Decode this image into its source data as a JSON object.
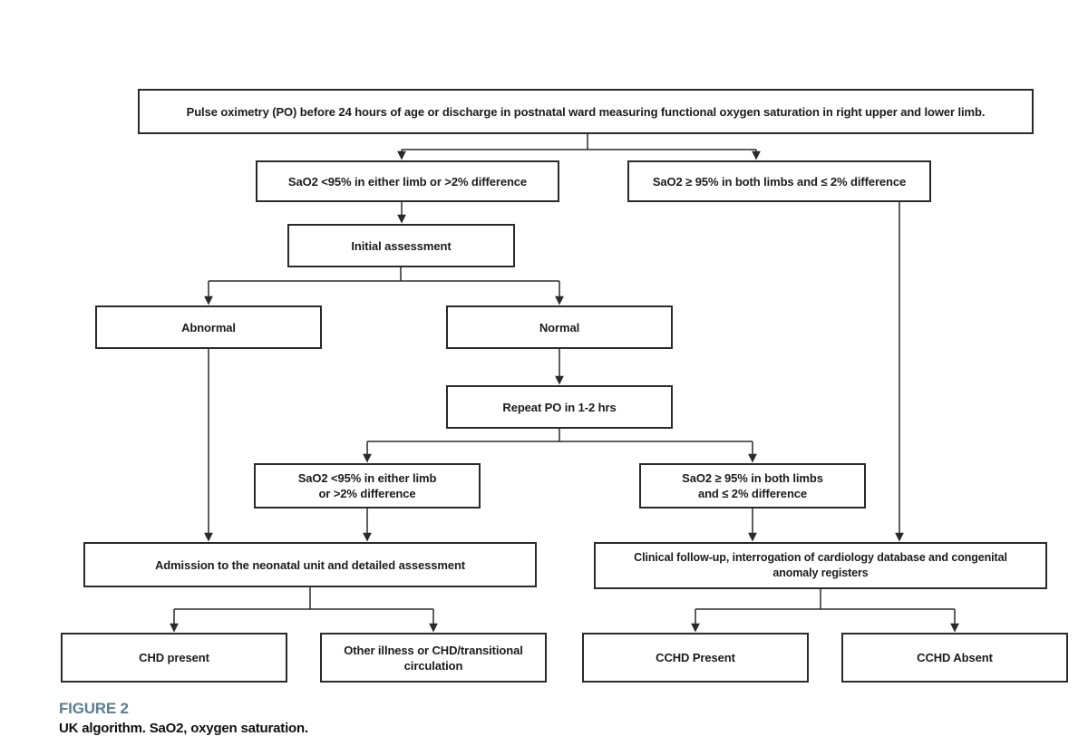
{
  "figure": {
    "label": "FIGURE 2",
    "caption": "UK algorithm. SaO2, oxygen saturation."
  },
  "colors": {
    "box_border": "#2a2a2a",
    "connector": "#2a2a2a",
    "text": "#1b1b1b",
    "figure_label": "#5b7e91",
    "background": "#ffffff"
  },
  "flowchart": {
    "nodes": {
      "pulse_oximetry": "Pulse oximetry (PO) before 24 hours of age or discharge in postnatal ward measuring functional oxygen saturation in right upper and lower limb.",
      "sao2_low_first": "SaO2 <95% in either limb or >2% difference",
      "sao2_normal_first": "SaO2 ≥ 95% in both limbs and ≤ 2% difference",
      "initial_assessment": "Initial assessment",
      "abnormal": "Abnormal",
      "normal": "Normal",
      "repeat_po": "Repeat PO in 1-2 hrs",
      "sao2_low_repeat": "SaO2 <95% in either limb\nor >2% difference",
      "sao2_normal_repeat": "SaO2 ≥ 95% in both limbs\nand ≤ 2% difference",
      "admission": "Admission to the neonatal unit and detailed assessment",
      "clinical_followup": "Clinical follow-up, interrogation of cardiology database and congenital\nanomaly registers",
      "chd_present": "CHD present",
      "other_illness": "Other illness or CHD/transitional\ncirculation",
      "cchd_present": "CCHD Present",
      "cchd_absent": "CCHD Absent"
    },
    "edges": [
      {
        "from": "pulse_oximetry",
        "to": "sao2_low_first"
      },
      {
        "from": "pulse_oximetry",
        "to": "sao2_normal_first"
      },
      {
        "from": "sao2_low_first",
        "to": "initial_assessment"
      },
      {
        "from": "initial_assessment",
        "to": "abnormal"
      },
      {
        "from": "initial_assessment",
        "to": "normal"
      },
      {
        "from": "normal",
        "to": "repeat_po"
      },
      {
        "from": "repeat_po",
        "to": "sao2_low_repeat"
      },
      {
        "from": "repeat_po",
        "to": "sao2_normal_repeat"
      },
      {
        "from": "abnormal",
        "to": "admission"
      },
      {
        "from": "sao2_low_repeat",
        "to": "admission"
      },
      {
        "from": "sao2_normal_repeat",
        "to": "clinical_followup"
      },
      {
        "from": "sao2_normal_first",
        "to": "clinical_followup"
      },
      {
        "from": "admission",
        "to": "chd_present"
      },
      {
        "from": "admission",
        "to": "other_illness"
      },
      {
        "from": "clinical_followup",
        "to": "cchd_present"
      },
      {
        "from": "clinical_followup",
        "to": "cchd_absent"
      }
    ]
  }
}
